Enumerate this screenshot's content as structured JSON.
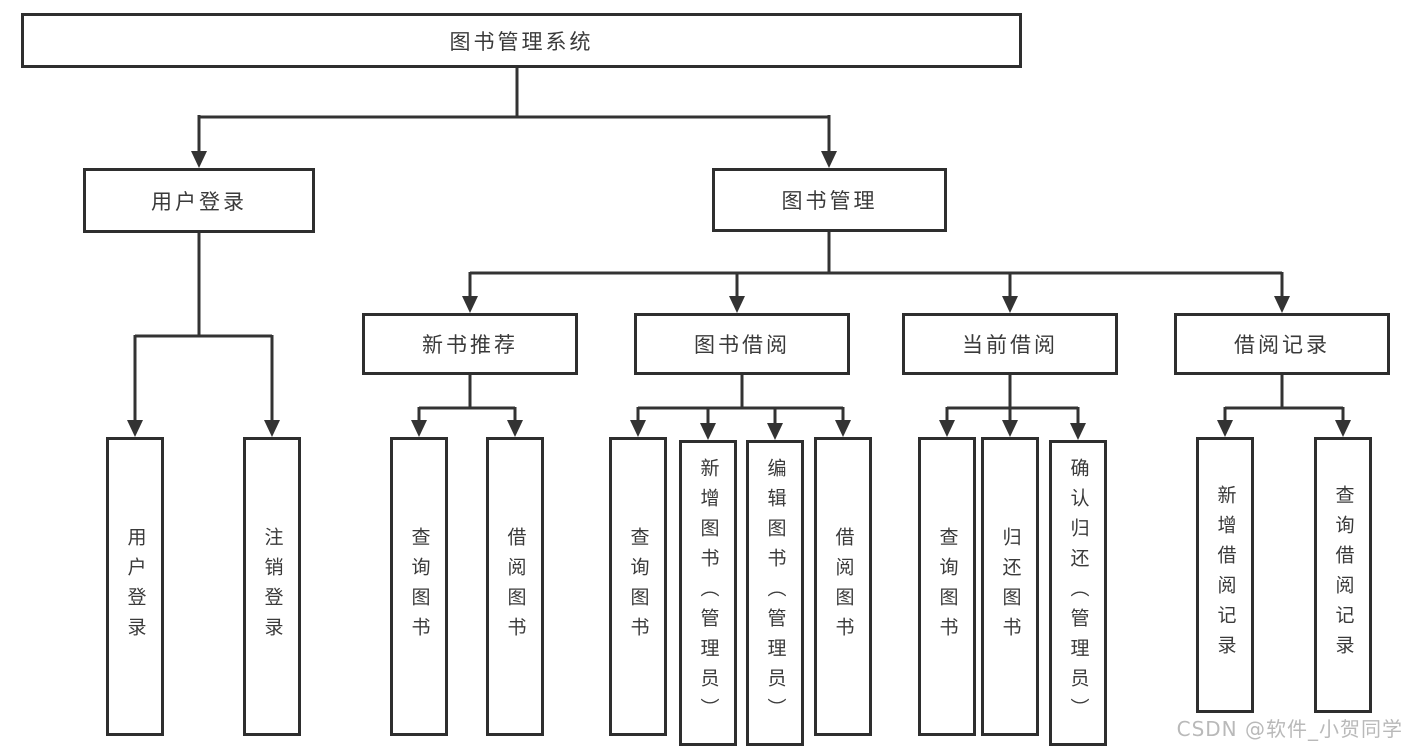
{
  "title": "图书管理系统",
  "tree": {
    "label": "图书管理系统",
    "children": [
      {
        "label": "用户登录",
        "children": [
          {
            "label": "用户登录"
          },
          {
            "label": "注销登录"
          }
        ]
      },
      {
        "label": "图书管理",
        "children": [
          {
            "label": "新书推荐",
            "children": [
              {
                "label": "查询图书"
              },
              {
                "label": "借阅图书"
              }
            ]
          },
          {
            "label": "图书借阅",
            "children": [
              {
                "label": "查询图书"
              },
              {
                "label": "新增图书（管理员）"
              },
              {
                "label": "编辑图书（管理员）"
              },
              {
                "label": "借阅图书"
              }
            ]
          },
          {
            "label": "当前借阅",
            "children": [
              {
                "label": "查询图书"
              },
              {
                "label": "归还图书"
              },
              {
                "label": "确认归还（管理员）"
              }
            ]
          },
          {
            "label": "借阅记录",
            "children": [
              {
                "label": "新增借阅记录"
              },
              {
                "label": "查询借阅记录"
              }
            ]
          }
        ]
      }
    ]
  },
  "watermark": {
    "text": "CSDN @软件_小贺同学"
  },
  "colors": {
    "background": "#ffffff",
    "box_border": "#2e2e2e",
    "box_fill": "#ffffff",
    "text": "#3a3a3a",
    "connector": "#333333",
    "watermark": "#b9b9b9"
  }
}
